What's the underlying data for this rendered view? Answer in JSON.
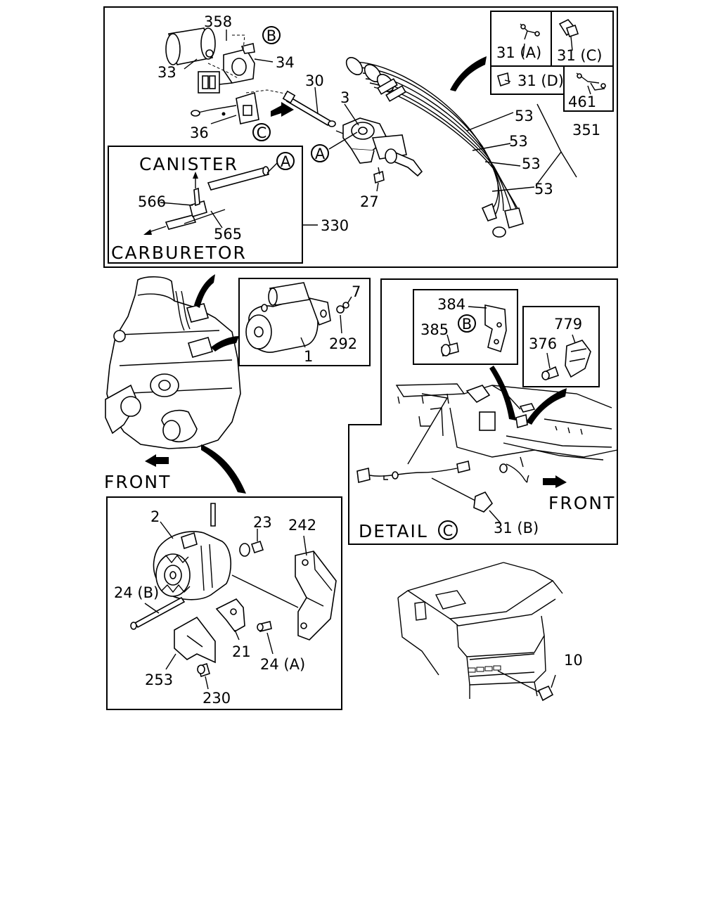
{
  "callouts": {
    "p358": "358",
    "p33": "33",
    "p34": "34",
    "p30": "30",
    "p3": "3",
    "p36": "36",
    "p27": "27",
    "p330": "330",
    "p566": "566",
    "p565": "565",
    "p31a": "31 (A)",
    "p31c": "31 (C)",
    "p31d": "31 (D)",
    "p461": "461",
    "p53a": "53",
    "p53b": "53",
    "p53c": "53",
    "p53d": "53",
    "p351": "351",
    "p7": "7",
    "p292": "292",
    "p1": "1",
    "p384": "384",
    "p385": "385",
    "p779": "779",
    "p376": "376",
    "p31b": "31 (B)",
    "p2": "2",
    "p23": "23",
    "p242": "242",
    "p24b": "24 (B)",
    "p21": "21",
    "p24a": "24 (A)",
    "p253": "253",
    "p230": "230",
    "p10": "10"
  },
  "markers": {
    "A": "A",
    "B": "B",
    "C": "C"
  },
  "labels": {
    "canister": "CANISTER",
    "carburetor": "CARBURETOR",
    "front_left": "FRONT",
    "front_right": "FRONT",
    "detail": "DETAIL"
  }
}
